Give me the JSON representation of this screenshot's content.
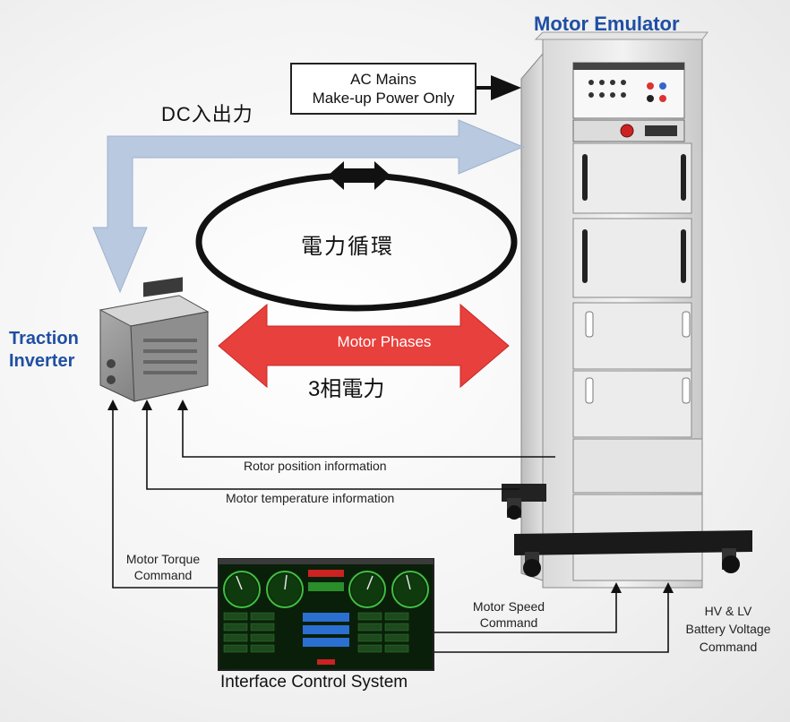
{
  "titles": {
    "motor_emulator": "Motor Emulator",
    "traction_line1": "Traction",
    "traction_line2": "Inverter",
    "interface_control_system": "Interface Control System"
  },
  "ac_mains": {
    "line1": "AC Mains",
    "line2": "Make-up Power Only"
  },
  "dc_io_label": "DC入出力",
  "power_loop_label": "電力循環",
  "motor_phases_label": "Motor Phases",
  "three_phase_label": "3相電力",
  "signals": {
    "rotor_position": "Rotor position information",
    "motor_temperature": "Motor temperature  information",
    "torque_line1": "Motor Torque",
    "torque_line2": "Command",
    "speed_line1": "Motor Speed",
    "speed_line2": "Command",
    "battery_line1": "HV & LV",
    "battery_line2": "Battery Voltage",
    "battery_line3": "Command"
  },
  "colors": {
    "title_blue": "#1f4fa3",
    "dc_arrow": "#b8c9e0",
    "phase_arrow": "#e8403c",
    "loop_stroke": "#111111",
    "panel_background": "#0a1f0a",
    "gauge_green": "#3fbf3f"
  }
}
